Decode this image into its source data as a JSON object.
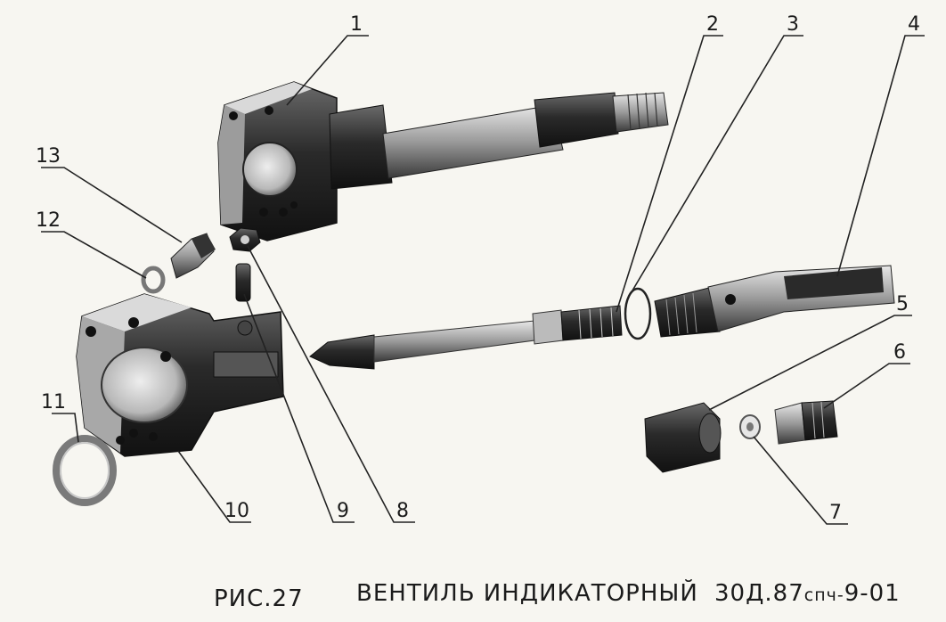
{
  "callouts": [
    {
      "id": "1",
      "label": "1"
    },
    {
      "id": "2",
      "label": "2"
    },
    {
      "id": "3",
      "label": "3"
    },
    {
      "id": "4",
      "label": "4"
    },
    {
      "id": "5",
      "label": "5"
    },
    {
      "id": "6",
      "label": "6"
    },
    {
      "id": "7",
      "label": "7"
    },
    {
      "id": "8",
      "label": "8"
    },
    {
      "id": "9",
      "label": "9"
    },
    {
      "id": "10",
      "label": "10"
    },
    {
      "id": "11",
      "label": "11"
    },
    {
      "id": "12",
      "label": "12"
    },
    {
      "id": "13",
      "label": "13"
    }
  ],
  "caption": {
    "fig": "РИС.27",
    "title": "ВЕНТИЛЬ ИНДИКАТОРНЫЙ",
    "code_main": "30Д.87",
    "code_small": "спч-",
    "code_end": "9-01"
  }
}
